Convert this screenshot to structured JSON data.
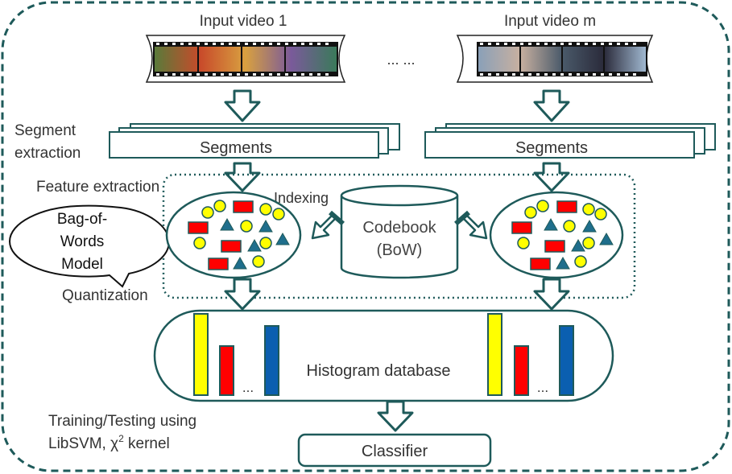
{
  "inputs": {
    "video1_label": "Input video 1",
    "videom_label": "Input video m",
    "ellipsis": "... ..."
  },
  "stages": {
    "segment_extraction_line1": "Segment",
    "segment_extraction_line2": "extraction",
    "feature_extraction": "Feature extraction",
    "indexing": "Indexing",
    "quantization": "Quantization",
    "training_line1": "Training/Testing using",
    "training_line2_prefix": "LibSVM, χ",
    "training_line2_sup": "2",
    "training_line2_suffix": " kernel"
  },
  "segments_left": "Segments",
  "segments_right": "Segments",
  "codebook": {
    "line1": "Codebook",
    "line2": "(BoW)"
  },
  "bow_callout": {
    "line1": "Bag-of-",
    "line2": "Words",
    "line3": "Model"
  },
  "histogram": {
    "label": "Histogram database",
    "dots_left": "...",
    "dots_right": "..."
  },
  "classifier": "Classifier",
  "colors": {
    "teal": "#1e5a5a",
    "yellow": "#ffff00",
    "red": "#ff0000",
    "blue": "#0b5fb0",
    "teal_triangle": "#1f6e8c",
    "text": "#333333"
  }
}
